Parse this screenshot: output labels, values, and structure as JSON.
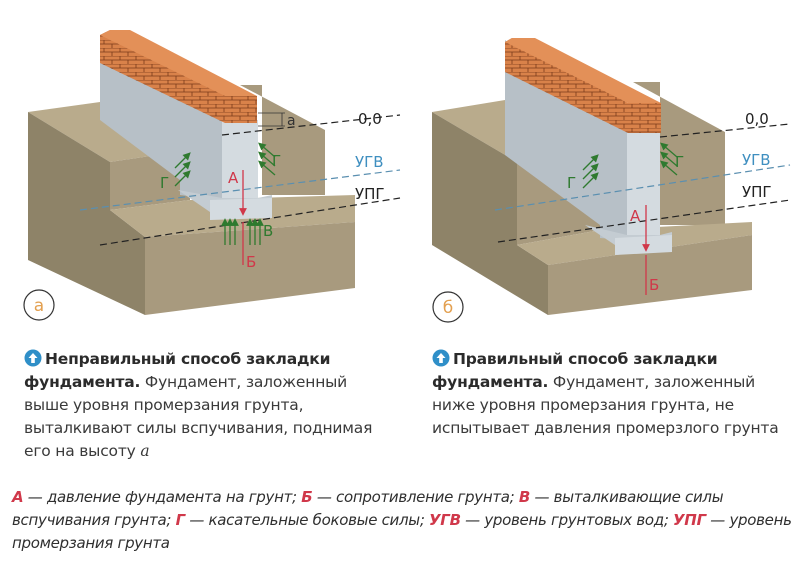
{
  "diagram_a": {
    "badge": "а",
    "levels": {
      "zero": "0,0",
      "groundwater": "УГВ",
      "frost": "УПГ"
    },
    "dimension": "а",
    "forces": {
      "pressure": "А",
      "resistance": "Б",
      "heave": "В",
      "tangential_left": "Г",
      "tangential_right": "Г"
    }
  },
  "diagram_b": {
    "badge": "б",
    "levels": {
      "zero": "0,0",
      "groundwater": "УГВ",
      "frost": "УПГ"
    },
    "forces": {
      "pressure": "А",
      "resistance": "Б",
      "tangential_left": "Г",
      "tangential_right": "Г"
    }
  },
  "captions": {
    "left": {
      "title": "Неправильный способ закладки фундамента.",
      "body": " Фундамент, заложенный выше уровня промерзания грунта, выталкивают силы вспучивания, поднимая его на высоту ",
      "emphasis": "a"
    },
    "right": {
      "title": "Правильный способ закладки фундамента.",
      "body": " Фундамент, заложенный ниже уровня промерзания грунта, не испытывает давления промерзлого грунта"
    }
  },
  "legend": [
    {
      "key": "А",
      "text": " — давление фундамента на грунт; "
    },
    {
      "key": "Б",
      "text": " — сопротивление грунта; "
    },
    {
      "key": "В",
      "text": " — выталкивающие силы вспучивания грунта; "
    },
    {
      "key": "Г",
      "text": " — касательные боковые силы; "
    },
    {
      "key": "УГВ",
      "text": " — уровень грунтовых вод; "
    },
    {
      "key": "УПГ",
      "text": " — уровень промерзания грунта"
    }
  ],
  "colors": {
    "soil_front": "#a89a7e",
    "soil_side": "#8e8368",
    "soil_top": "#b9ab8c",
    "concrete": "#d4dbe0",
    "concrete_shade": "#b7c0c7",
    "brick": "#d9824a",
    "arrow_green": "#2f7a2f",
    "arrow_red": "#d0384a",
    "water_blue": "#3f8fc0",
    "icon_blue": "#2f8fc8"
  }
}
